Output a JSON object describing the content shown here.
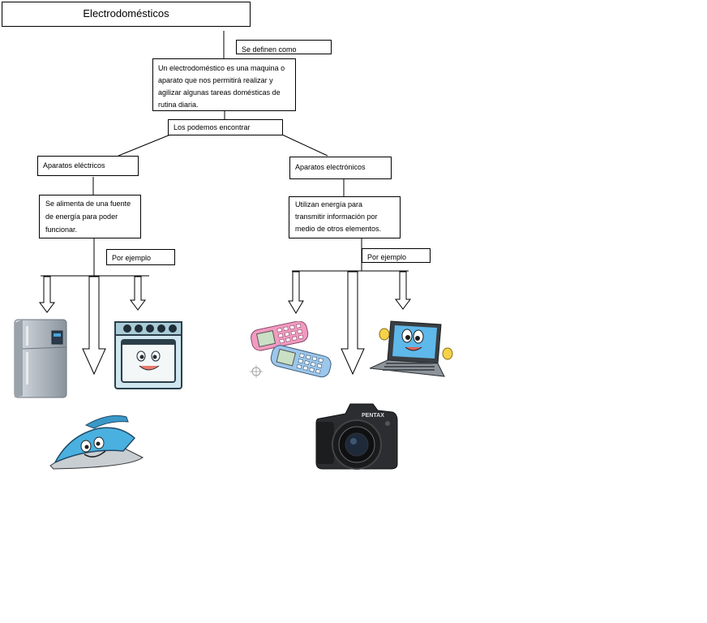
{
  "diagram": {
    "title": "Electrodomésticos",
    "definition_connector": "Se definen como",
    "definition": "Un electrodoméstico es una maquina o aparato que nos permitirá realizar y agilizar algunas tareas domésticas de rutina diaria.",
    "find_connector": "Los podemos encontrar",
    "electric": {
      "label": "Aparatos eléctricos",
      "description": "Se alimenta de una fuente de energía para poder funcionar.",
      "example_connector": "Por ejemplo",
      "examples": [
        "refrigerator-icon",
        "iron-icon",
        "oven-icon"
      ]
    },
    "electronic": {
      "label": "Aparatos electrónicos",
      "description": "Utilizan energía para transmitir información por medio de otros elementos.",
      "example_connector": "Por ejemplo",
      "examples": [
        "mobile-phones-icon",
        "camera-icon",
        "laptop-icon"
      ]
    },
    "camera_brand": "PENTAX"
  }
}
